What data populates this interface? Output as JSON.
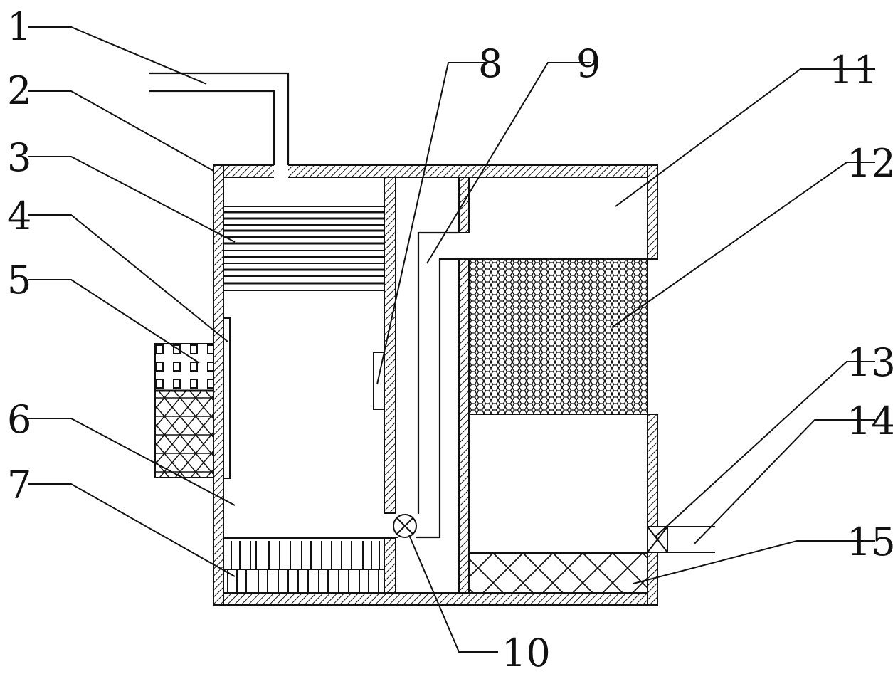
{
  "diagram": {
    "callouts": [
      {
        "id": "1",
        "text": "1"
      },
      {
        "id": "2",
        "text": "2"
      },
      {
        "id": "3",
        "text": "3"
      },
      {
        "id": "4",
        "text": "4"
      },
      {
        "id": "5",
        "text": "5"
      },
      {
        "id": "6",
        "text": "6"
      },
      {
        "id": "7",
        "text": "7"
      },
      {
        "id": "8",
        "text": "8"
      },
      {
        "id": "9",
        "text": "9"
      },
      {
        "id": "10",
        "text": "10"
      },
      {
        "id": "11",
        "text": "11"
      },
      {
        "id": "12",
        "text": "12"
      },
      {
        "id": "13",
        "text": "13"
      },
      {
        "id": "14",
        "text": "14"
      },
      {
        "id": "15",
        "text": "15"
      }
    ],
    "colors": {
      "line": "#111111",
      "background": "#ffffff"
    }
  }
}
